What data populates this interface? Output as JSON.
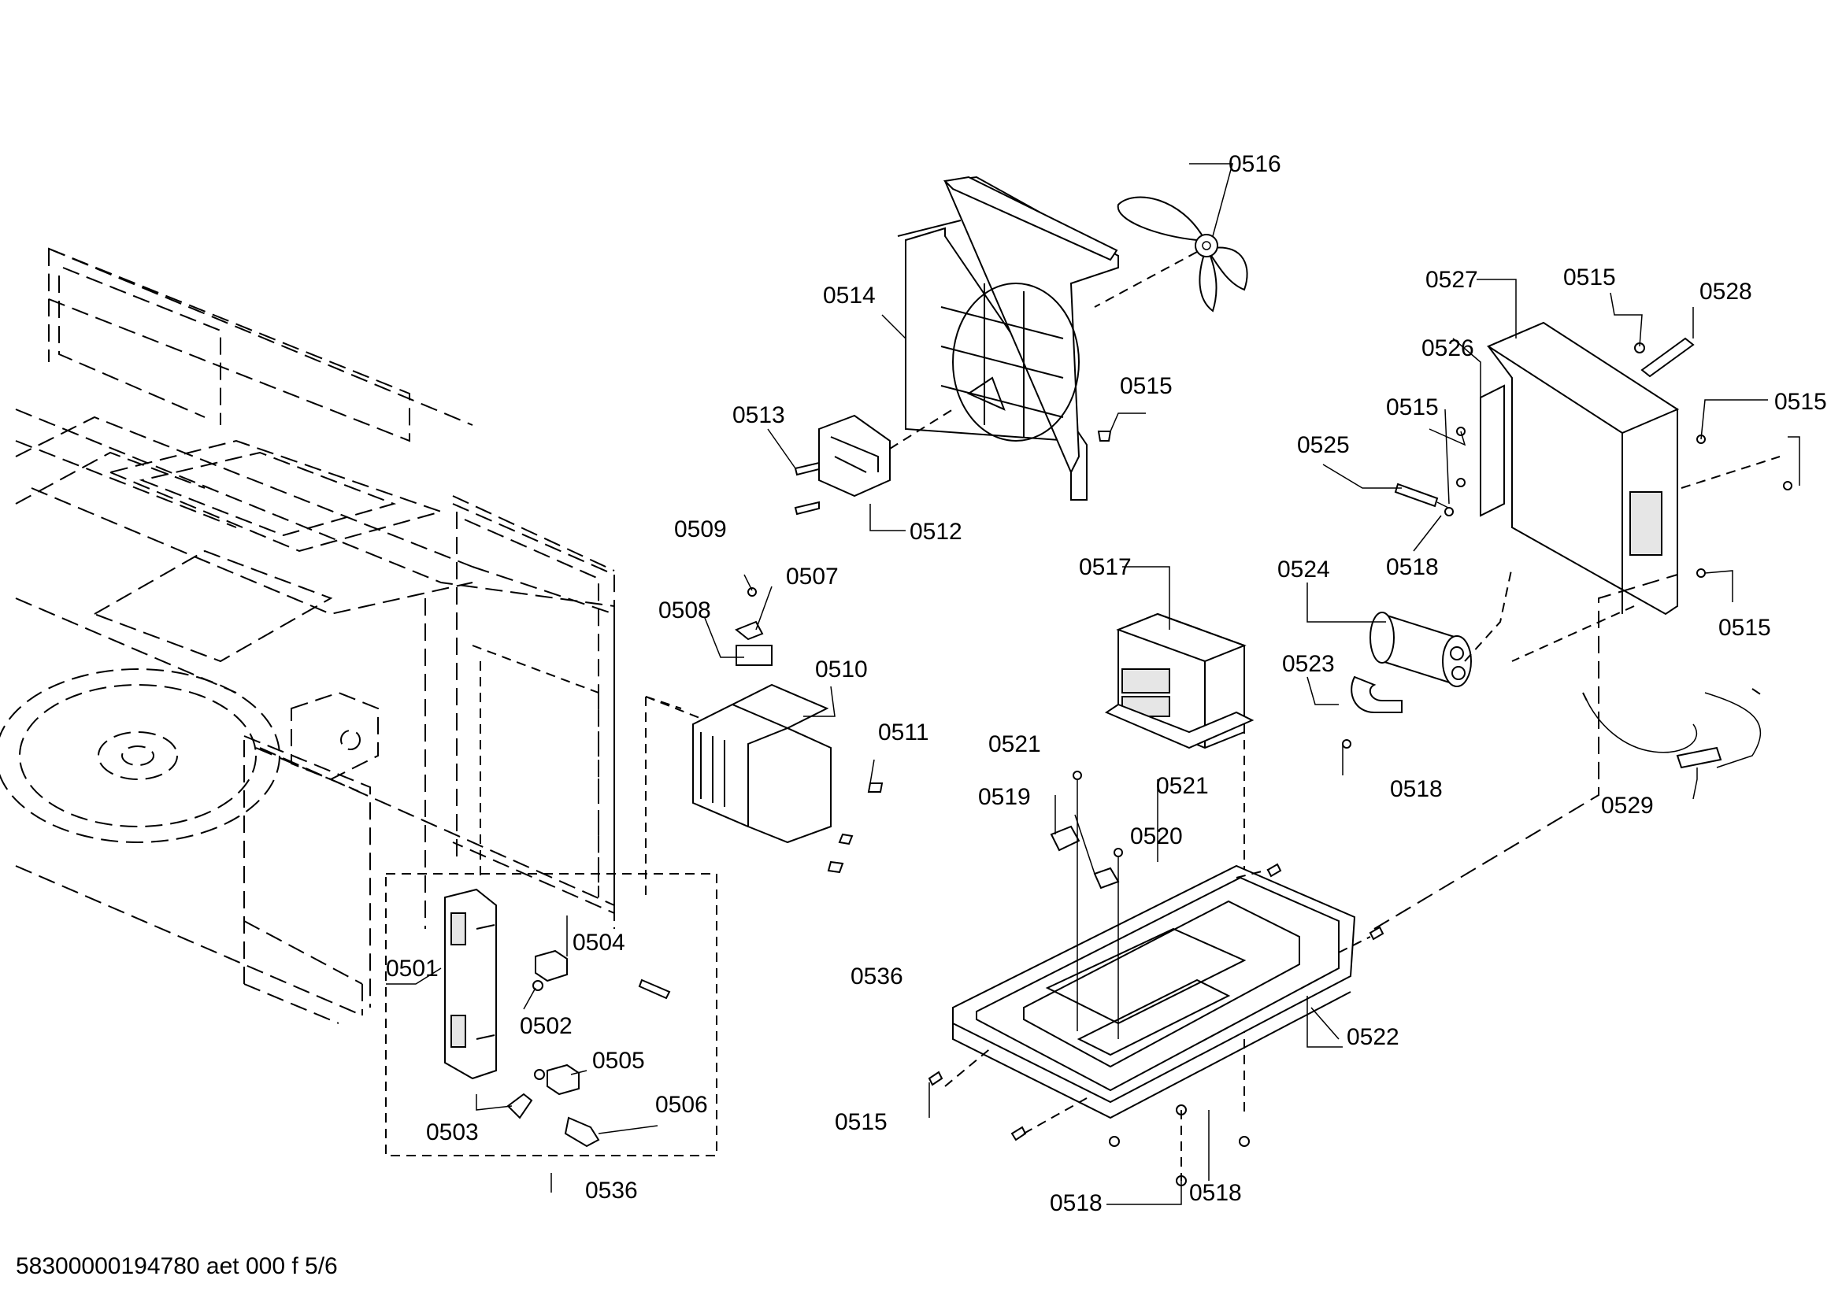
{
  "callouts": {
    "c0501": "0501",
    "c0502": "0502",
    "c0503": "0503",
    "c0504": "0504",
    "c0505": "0505",
    "c0506": "0506",
    "c0507": "0507",
    "c0508": "0508",
    "c0509": "0509",
    "c0510": "0510",
    "c0511": "0511",
    "c0512": "0512",
    "c0513": "0513",
    "c0514": "0514",
    "c0515": "0515",
    "c0516": "0516",
    "c0517": "0517",
    "c0518": "0518",
    "c0519": "0519",
    "c0520": "0520",
    "c0521": "0521",
    "c0522": "0522",
    "c0523": "0523",
    "c0524": "0524",
    "c0525": "0525",
    "c0526": "0526",
    "c0527": "0527",
    "c0528": "0528",
    "c0529": "0529",
    "c0536": "0536"
  },
  "footer": {
    "doc_id": "58300000194780 aet 000 f 5/6"
  }
}
